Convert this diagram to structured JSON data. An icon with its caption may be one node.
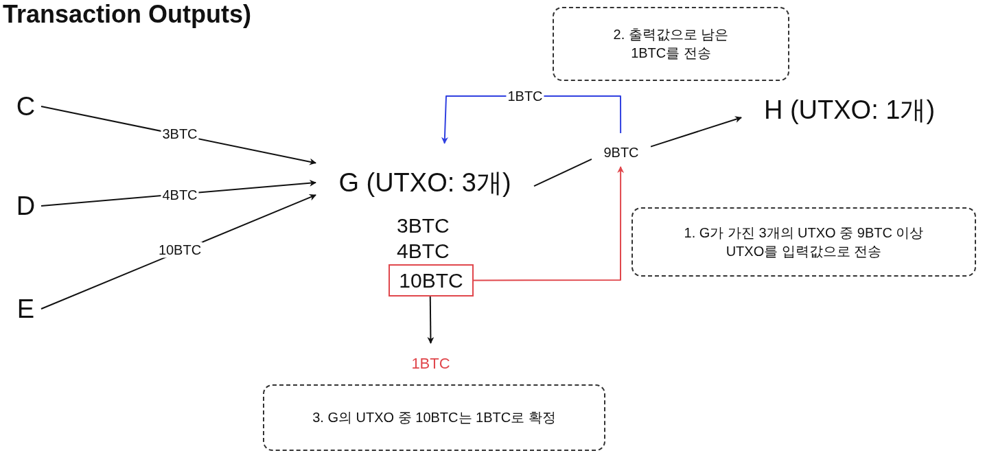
{
  "diagram": {
    "title": "Transaction Outputs)",
    "nodes": [
      {
        "text": [
          "C"
        ]
      },
      {
        "text": [
          "D"
        ]
      },
      {
        "text": [
          "E"
        ]
      },
      {
        "text": [
          "G (UTXO: 3개)"
        ]
      },
      {
        "text": [
          "9BTC"
        ]
      },
      {
        "text": [
          "H (UTXO: 1개)"
        ]
      },
      {
        "text": [
          "10BTC"
        ]
      },
      {
        "text": [
          "1BTC"
        ]
      },
      {
        "text": [
          "1. G가 가진 3개의 UTXO 중 9BTC 이상 UTXO를 입력값으로 전송"
        ]
      },
      {
        "text": [
          "2. 출력값으로 남은 1BTC를 전송"
        ]
      },
      {
        "text": [
          "3. G의 UTXO 중 10BTC는 1BTC로 확정"
        ]
      }
    ],
    "edges": [
      {
        "from": 0,
        "to": 3,
        "arrow": "to",
        "label": "3BTC"
      },
      {
        "from": 1,
        "to": 3,
        "arrow": "to",
        "label": "4BTC"
      },
      {
        "from": 2,
        "to": 3,
        "arrow": "to",
        "label": "10BTC"
      },
      {
        "from": 3,
        "to": 4,
        "arrow": "none"
      },
      {
        "from": 4,
        "to": 5,
        "arrow": "to"
      },
      {
        "from": 6,
        "to": 4,
        "arrow": "to",
        "color": "#e0474c"
      },
      {
        "from": 4,
        "to": 3,
        "arrow": "to",
        "label": "1BTC",
        "color": "#3040e0"
      },
      {
        "from": 6,
        "to": 7,
        "arrow": "to"
      }
    ],
    "labels": [
      "3BTC",
      "4BTC"
    ]
  }
}
